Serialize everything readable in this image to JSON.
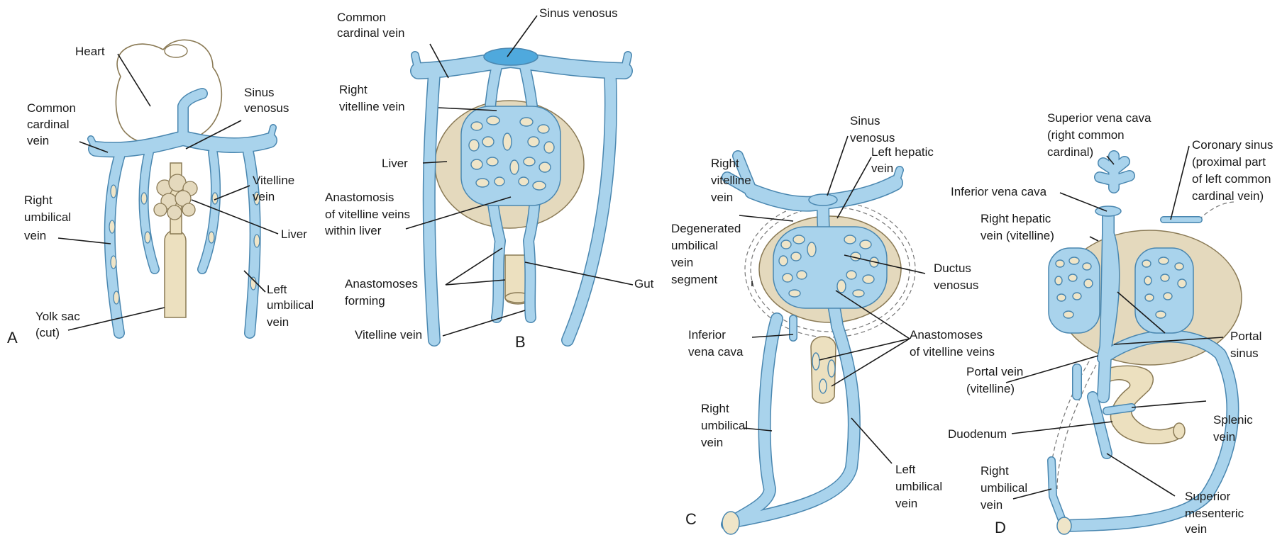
{
  "panels": {
    "A": {
      "letter": "A",
      "labels": {
        "heart": "Heart",
        "sinus_venosus": [
          "Sinus",
          "venosus"
        ],
        "common_cardinal_vein": [
          "Common",
          "cardinal",
          "vein"
        ],
        "vitelline_vein": [
          "Vitelline",
          "vein"
        ],
        "right_umbilical_vein": [
          "Right",
          "umbilical",
          "vein"
        ],
        "liver": "Liver",
        "left_umbilical_vein": [
          "Left",
          "umbilical",
          "vein"
        ],
        "yolk_sac": [
          "Yolk sac",
          "(cut)"
        ]
      }
    },
    "B": {
      "letter": "B",
      "labels": {
        "common_cardinal_vein": [
          "Common",
          "cardinal vein"
        ],
        "sinus_venosus": "Sinus venosus",
        "right_vitelline_vein": [
          "Right",
          "vitelline vein"
        ],
        "liver": "Liver",
        "anastomosis_within_liver": [
          "Anastomosis",
          "of vitelline veins",
          "within liver"
        ],
        "anastomoses_forming": [
          "Anastomoses",
          "forming"
        ],
        "gut": "Gut",
        "vitelline_vein": "Vitelline vein"
      }
    },
    "C": {
      "letter": "C",
      "labels": {
        "sinus_venosus": [
          "Sinus",
          "venosus"
        ],
        "left_hepatic_vein": [
          "Left hepatic",
          "vein"
        ],
        "right_vitelline_vein": [
          "Right",
          "vitelline",
          "vein"
        ],
        "degenerated_umbilical": [
          "Degenerated",
          "umbilical",
          "vein",
          "segment"
        ],
        "ductus_venosus": [
          "Ductus",
          "venosus"
        ],
        "inferior_vena_cava": [
          "Inferior",
          "vena cava"
        ],
        "anastomoses_vitelline": [
          "Anastomoses",
          "of vitelline veins"
        ],
        "right_umbilical_vein": [
          "Right",
          "umbilical",
          "vein"
        ],
        "left_umbilical_vein": [
          "Left",
          "umbilical",
          "vein"
        ]
      }
    },
    "D": {
      "letter": "D",
      "labels": {
        "superior_vena_cava": [
          "Superior vena cava",
          "(right common",
          "cardinal)"
        ],
        "coronary_sinus": [
          "Coronary sinus",
          "(proximal part",
          "of left common",
          "cardinal vein)"
        ],
        "inferior_vena_cava": "Inferior vena cava",
        "right_hepatic_vein": [
          "Right hepatic",
          "vein (vitelline)"
        ],
        "portal_sinus": [
          "Portal",
          "sinus"
        ],
        "portal_vein": [
          "Portal vein",
          "(vitelline)"
        ],
        "splenic_vein": [
          "Splenic",
          "vein"
        ],
        "duodenum": "Duodenum",
        "right_umbilical_vein": [
          "Right",
          "umbilical",
          "vein"
        ],
        "superior_mesenteric_vein": [
          "Superior",
          "mesenteric",
          "vein"
        ]
      }
    }
  },
  "colors": {
    "vein_fill": "#a9d3ec",
    "vein_outline": "#4a87b0",
    "liver": "#e4d9bd",
    "gut": "#ece0bf"
  }
}
